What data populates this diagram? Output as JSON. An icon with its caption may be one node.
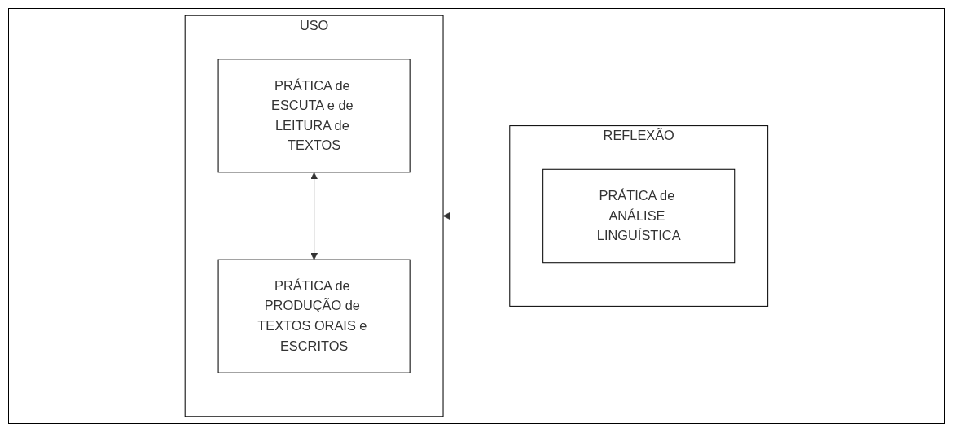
{
  "diagram": {
    "nodes": [
      {
        "text": [
          "USO"
        ]
      },
      {
        "text": [
          "PRÁTICA de ESCUTA e de LEITURA de TEXTOS"
        ],
        "in": 0
      },
      {
        "text": [
          "PRÁTICA de PRODUÇÃO de TEXTOS ORAIS e ESCRITOS"
        ],
        "in": 0
      },
      {
        "text": [
          "REFLEXÃO"
        ]
      },
      {
        "text": [
          "PRÁTICA de ANÁLISE LINGUÍSTICA"
        ],
        "in": 3
      }
    ],
    "edges": [
      {
        "from": 1,
        "to": 2,
        "arrow": "both"
      },
      {
        "from": 3,
        "to": 0,
        "arrow": "to"
      }
    ]
  }
}
